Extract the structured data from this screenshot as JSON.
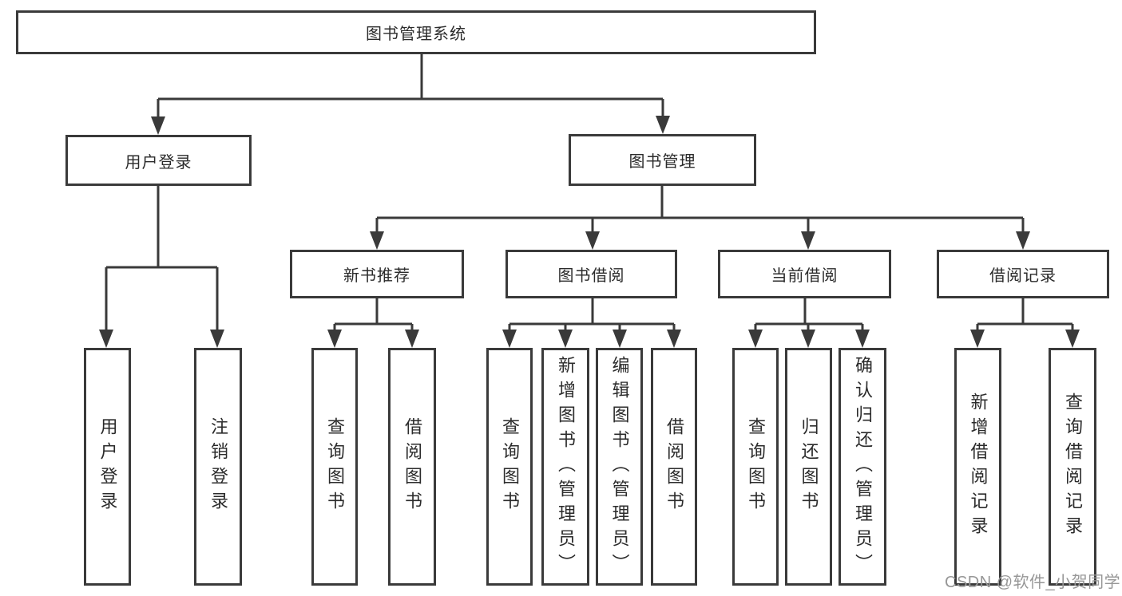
{
  "nodes": {
    "root": "图书管理系统",
    "user_login": "用户登录",
    "book_mgmt": "图书管理",
    "new_book_rec": "新书推荐",
    "book_borrow": "图书借阅",
    "current_borrow": "当前借阅",
    "borrow_records": "借阅记录",
    "ul_user_login": "用户登录",
    "ul_logout": "注销登录",
    "nbr_query_book": "查询图书",
    "nbr_borrow_book": "借阅图书",
    "bb_query_book": "查询图书",
    "bb_add_book": "新增图书（管理员）",
    "bb_edit_book": "编辑图书（管理员）",
    "bb_borrow_book": "借阅图书",
    "cb_query_book": "查询图书",
    "cb_return_book": "归还图书",
    "cb_confirm_return": "确认归还（管理员）",
    "br_add_record": "新增借阅记录",
    "br_query_record": "查询借阅记录"
  },
  "hierarchy": {
    "root": [
      "user_login",
      "book_mgmt"
    ],
    "user_login": [
      "ul_user_login",
      "ul_logout"
    ],
    "book_mgmt": [
      "new_book_rec",
      "book_borrow",
      "current_borrow",
      "borrow_records"
    ],
    "new_book_rec": [
      "nbr_query_book",
      "nbr_borrow_book"
    ],
    "book_borrow": [
      "bb_query_book",
      "bb_add_book",
      "bb_edit_book",
      "bb_borrow_book"
    ],
    "current_borrow": [
      "cb_query_book",
      "cb_return_book",
      "cb_confirm_return"
    ],
    "borrow_records": [
      "br_add_record",
      "br_query_record"
    ]
  },
  "colors": {
    "line": "#3a3a3a",
    "text": "#2b2b2b",
    "watermark_gray": "#979797",
    "background": "#ffffff"
  },
  "watermark": "CSDN @软件_小贺同学"
}
